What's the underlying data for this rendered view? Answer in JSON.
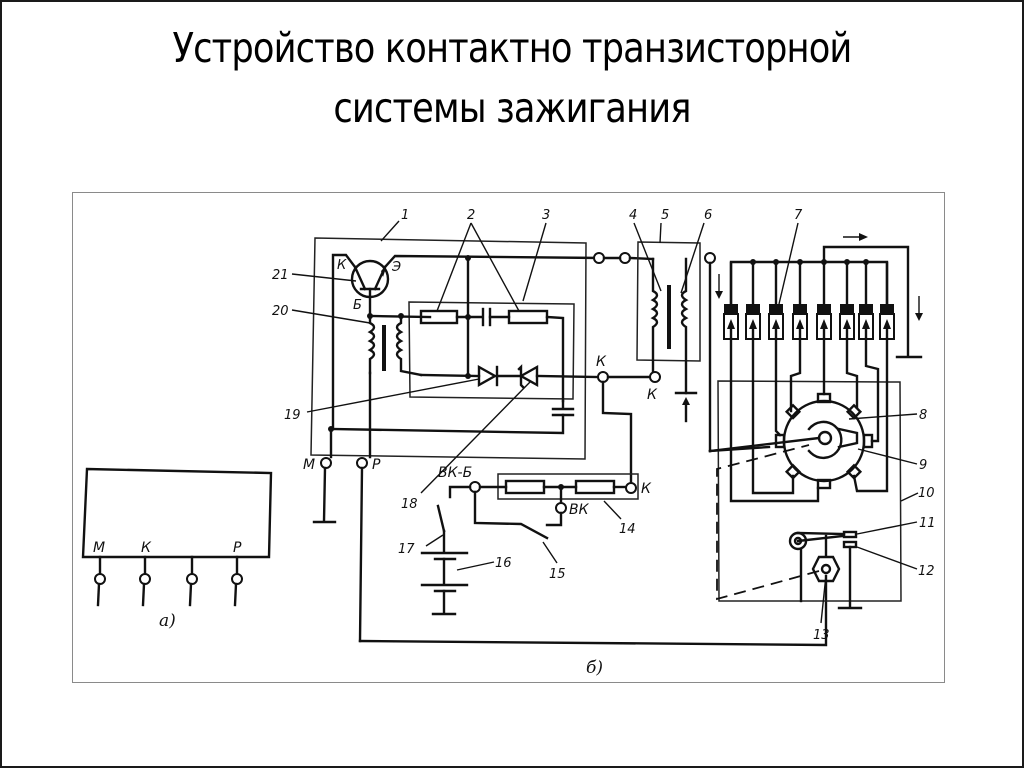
{
  "slide": {
    "title_line1": "Устройство контактно транзисторной",
    "title_line2": "системы зажигания"
  },
  "diagram": {
    "sub_a": {
      "caption": "а)",
      "terminals": [
        "М",
        "К",
        "",
        "Р"
      ]
    },
    "sub_b": {
      "caption": "б)",
      "terminal_labels": {
        "m": "М",
        "p": "Р",
        "k_junction": "К",
        "k_coil": "К",
        "k_resistor": "К",
        "vk_b": "ВК-Б",
        "vk": "ВК",
        "transistor_k": "К",
        "transistor_e": "Э",
        "transistor_b": "Б"
      },
      "callouts": [
        "1",
        "2",
        "3",
        "4",
        "5",
        "6",
        "7",
        "8",
        "9",
        "10",
        "11",
        "12",
        "13",
        "14",
        "15",
        "16",
        "17",
        "18",
        "19",
        "20",
        "21"
      ]
    },
    "colors": {
      "ink": "#111111",
      "frame": "#8a8a8a",
      "border": "#1a1a1a"
    }
  }
}
